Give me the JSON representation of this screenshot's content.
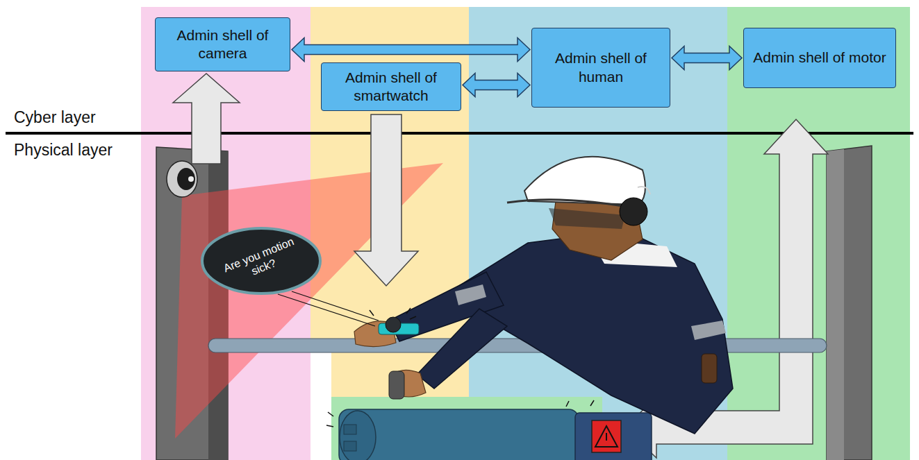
{
  "diagram": {
    "nodes": [
      {
        "text": [
          "Admin shell of camera"
        ]
      },
      {
        "text": [
          "Admin shell of smartwatch"
        ]
      },
      {
        "text": [
          "Admin shell of human"
        ]
      },
      {
        "text": [
          "Admin shell of motor"
        ]
      },
      {
        "text": [
          "Are you motion sick?"
        ]
      }
    ],
    "edges": [
      {
        "from": 0,
        "to": 2,
        "arrow": "both"
      },
      {
        "from": 1,
        "to": 2,
        "arrow": "both"
      },
      {
        "from": 2,
        "to": 3,
        "arrow": "both"
      }
    ],
    "labels": [
      "Cyber layer",
      "Physical layer"
    ]
  }
}
